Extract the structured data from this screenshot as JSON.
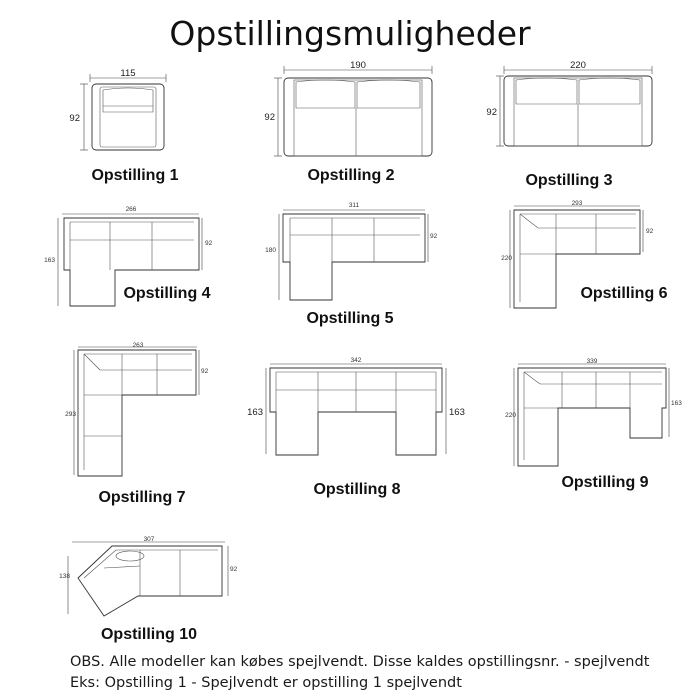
{
  "title": "Opstillingsmuligheder",
  "items": [
    {
      "label": "Opstilling 1",
      "dims": {
        "width": "115",
        "depth": "92"
      }
    },
    {
      "label": "Opstilling 2",
      "dims": {
        "width": "190",
        "depth": "92"
      }
    },
    {
      "label": "Opstilling 3",
      "dims": {
        "width": "220",
        "depth": "92"
      }
    },
    {
      "label": "Opstilling 4",
      "dims": {
        "width": "266",
        "depth": "92",
        "chaise": "163"
      }
    },
    {
      "label": "Opstilling 5",
      "dims": {
        "width": "311",
        "depth": "92",
        "chaise": "180"
      }
    },
    {
      "label": "Opstilling 6",
      "dims": {
        "width": "293",
        "depth": "92",
        "side": "220"
      }
    },
    {
      "label": "Opstilling 7",
      "dims": {
        "width": "263",
        "depth": "92",
        "side": "293"
      }
    },
    {
      "label": "Opstilling 8",
      "dims": {
        "width": "342",
        "left": "163",
        "right": "163"
      }
    },
    {
      "label": "Opstilling 9",
      "dims": {
        "width": "339",
        "side": "220",
        "right": "163"
      }
    },
    {
      "label": "Opstilling 10",
      "dims": {
        "width": "307",
        "depth": "92",
        "side": "138"
      }
    }
  ],
  "notes": [
    "OBS. Alle modeller kan købes spejlvendt. Disse kaldes opstillingsnr. - spejlvendt",
    "Eks: Opstilling 1 - Spejlvendt er opstilling 1 spejlvendt"
  ]
}
